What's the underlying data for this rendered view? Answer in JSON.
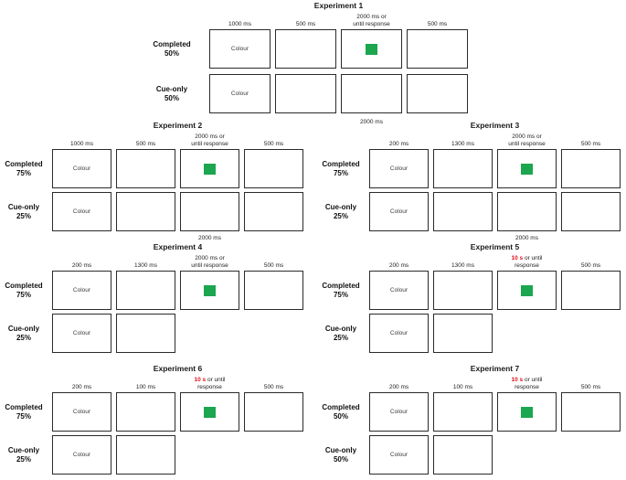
{
  "colors": {
    "target_square_green": "#1ba64f",
    "emphasis_red": "#e0121b",
    "box_border": "#2b2b2b"
  },
  "experiments": [
    {
      "title": "Experiment 1",
      "t1": "1000 ms",
      "t2": "500 ms",
      "t3_rest": "2000 ms or",
      "t3_line2": "until response",
      "t4": "500 ms",
      "completed": "Completed\n50%",
      "cueonly": "Cue-only\n50%",
      "colour": "Colour",
      "bottom": "2000 ms"
    },
    {
      "title": "Experiment 2",
      "t1": "1000 ms",
      "t2": "500 ms",
      "t3_rest": "2000 ms or",
      "t3_line2": "until response",
      "t4": "500 ms",
      "completed": "Completed\n75%",
      "cueonly": "Cue-only\n25%",
      "colour": "Colour",
      "bottom": "2000 ms"
    },
    {
      "title": "Experiment 3",
      "t1": "200 ms",
      "t2": "1300 ms",
      "t3_rest": "2000 ms or",
      "t3_line2": "until response",
      "t4": "500 ms",
      "completed": "Completed\n75%",
      "cueonly": "Cue-only\n25%",
      "colour": "Colour",
      "bottom": "2000 ms"
    },
    {
      "title": "Experiment 4",
      "t1": "200 ms",
      "t2": "1300 ms",
      "t3_rest": "2000 ms or",
      "t3_line2": "until response",
      "t4": "500 ms",
      "completed": "Completed\n75%",
      "cueonly": "Cue-only\n25%",
      "colour": "Colour"
    },
    {
      "title": "Experiment 5",
      "t1": "200 ms",
      "t2": "1300 ms",
      "t3_red": "10 s",
      "t3_rest": " or until",
      "t3_line2": "response",
      "t4": "500 ms",
      "completed": "Completed\n75%",
      "cueonly": "Cue-only\n25%",
      "colour": "Colour"
    },
    {
      "title": "Experiment 6",
      "t1": "200 ms",
      "t2": "100 ms",
      "t3_red": "10 s",
      "t3_rest": " or until",
      "t3_line2": "response",
      "t4": "500 ms",
      "completed": "Completed\n75%",
      "cueonly": "Cue-only\n25%",
      "colour": "Colour"
    },
    {
      "title": "Experiment 7",
      "t1": "200 ms",
      "t2": "100 ms",
      "t3_red": "10 s",
      "t3_rest": " or until",
      "t3_line2": "response",
      "t4": "500 ms",
      "completed": "Completed\n50%",
      "cueonly": "Cue-only\n50%",
      "colour": "Colour"
    }
  ]
}
